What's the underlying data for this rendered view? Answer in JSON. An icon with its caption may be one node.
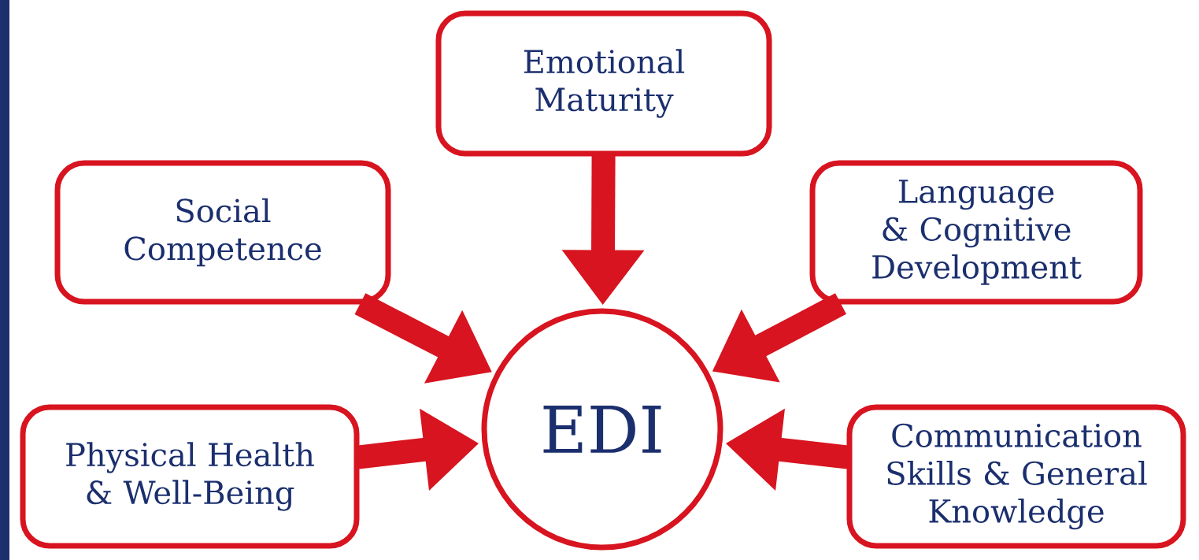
{
  "diagram": {
    "nodes": [
      {
        "text": [
          "Emotional Maturity"
        ]
      },
      {
        "text": [
          "Social Competence"
        ]
      },
      {
        "text": [
          "Language & Cognitive Development"
        ]
      },
      {
        "text": [
          "Physical Health & Well-Being"
        ]
      },
      {
        "text": [
          "Communication Skills & General Knowledge"
        ]
      },
      {
        "text": [
          "EDI"
        ]
      }
    ],
    "edges": [
      {
        "from": 0,
        "to": 5,
        "arrow": "to"
      },
      {
        "from": 1,
        "to": 5,
        "arrow": "to"
      },
      {
        "from": 2,
        "to": 5,
        "arrow": "to"
      },
      {
        "from": 3,
        "to": 5,
        "arrow": "to"
      },
      {
        "from": 4,
        "to": 5,
        "arrow": "to"
      }
    ]
  }
}
